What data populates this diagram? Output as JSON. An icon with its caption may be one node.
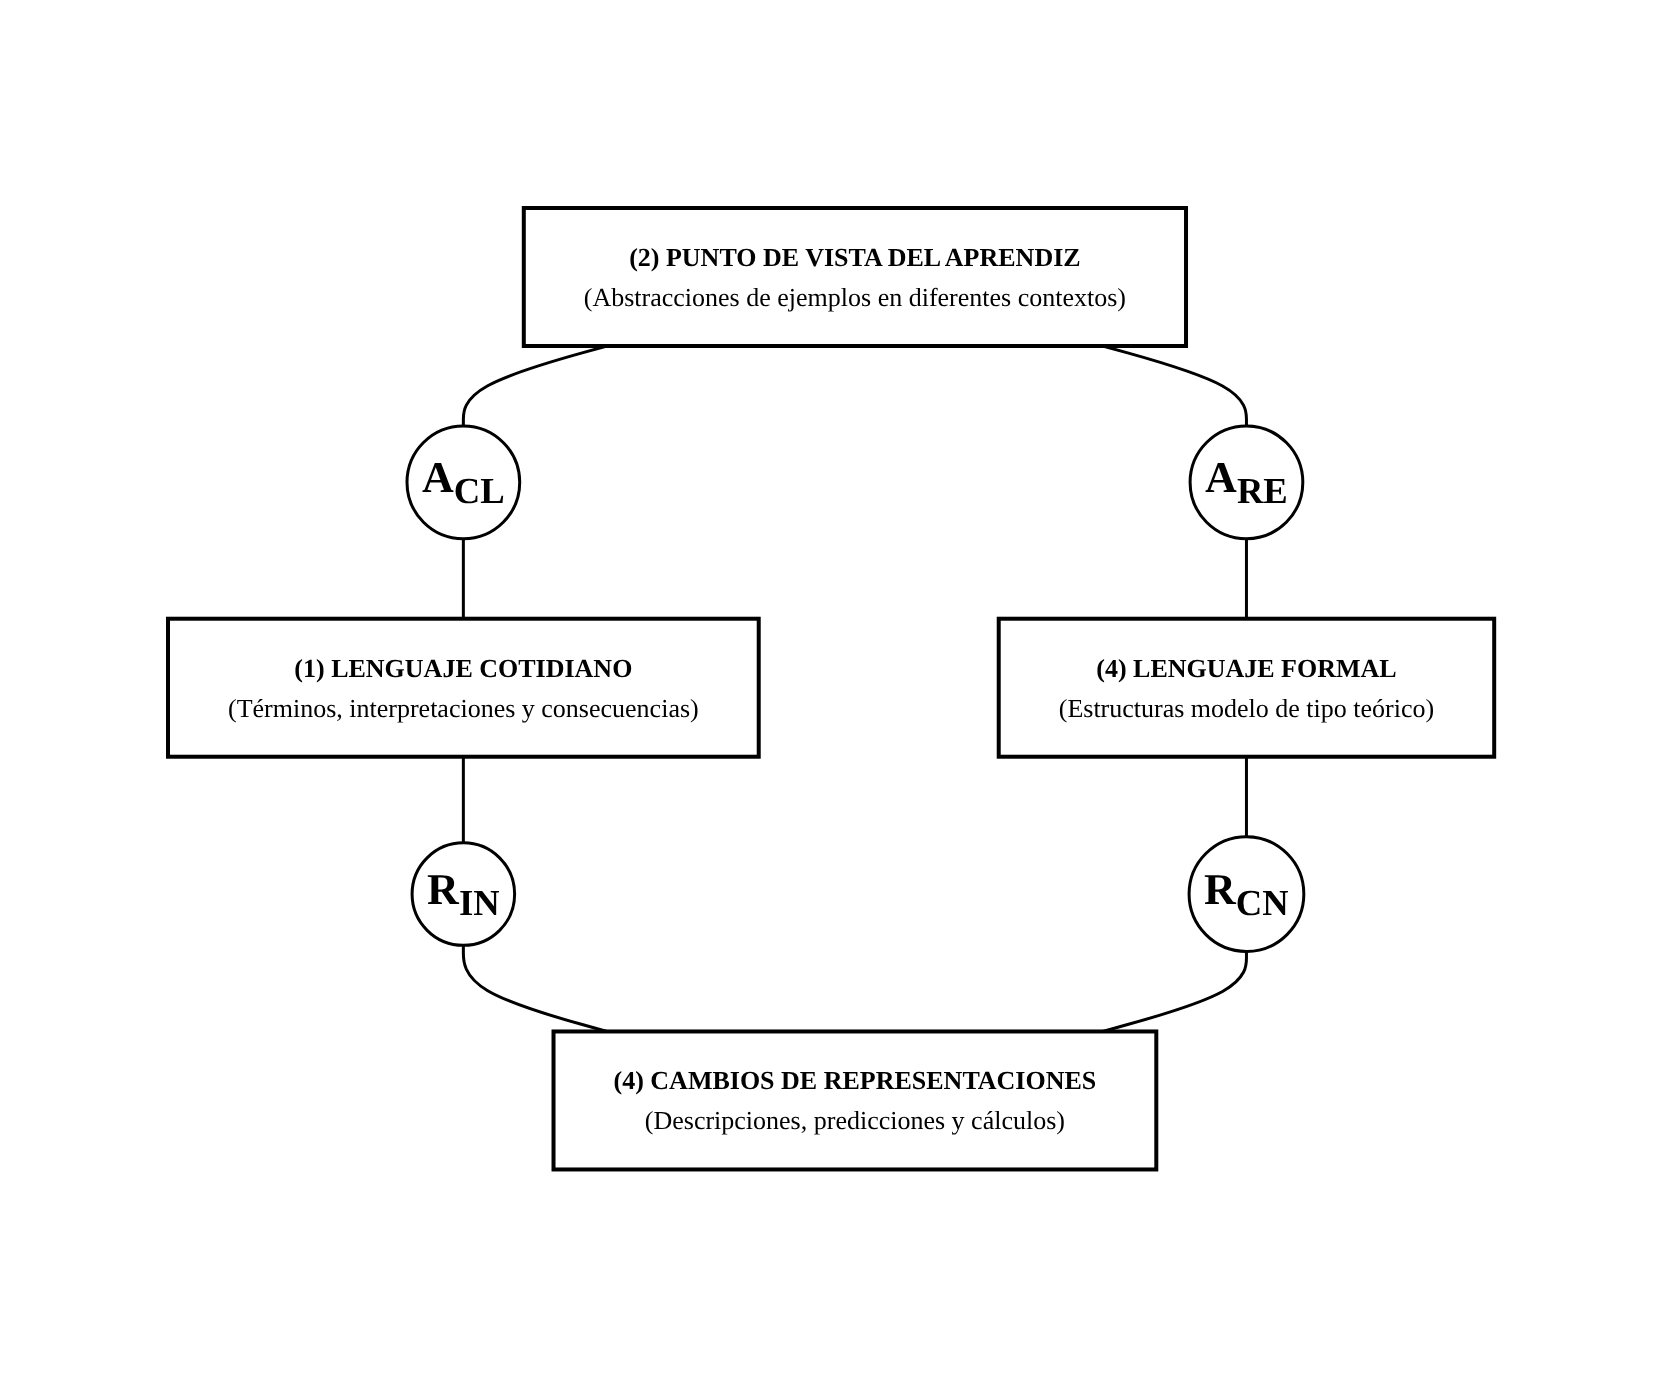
{
  "diagram": {
    "nodes": [
      {
        "text": [
          "(2) PUNTO DE VISTA DEL APRENDIZ",
          "(Abstracciones de ejemplos en diferentes contextos)"
        ]
      },
      {
        "text": [
          "A$_{CL}$"
        ]
      },
      {
        "text": [
          "A$_{RE}$"
        ]
      },
      {
        "text": [
          "(1) LENGUAJE COTIDIANO",
          "(Términos, interpretaciones y consecuencias)"
        ]
      },
      {
        "text": [
          "(4) LENGUAJE FORMAL",
          "(Estructuras modelo de tipo teórico)"
        ]
      },
      {
        "text": [
          "R$_{IN}$"
        ]
      },
      {
        "text": [
          "R$_{CN}$"
        ]
      },
      {
        "text": [
          "(4) CAMBIOS DE REPRESENTACIONES",
          "(Descripciones, predicciones y cálculos)"
        ]
      }
    ],
    "edges": [
      {
        "from": 0,
        "to": 1,
        "arrow": "none"
      },
      {
        "from": 1,
        "to": 3,
        "arrow": "none"
      },
      {
        "from": 3,
        "to": 5,
        "arrow": "none"
      },
      {
        "from": 5,
        "to": 7,
        "arrow": "none"
      },
      {
        "from": 0,
        "to": 2,
        "arrow": "none"
      },
      {
        "from": 2,
        "to": 4,
        "arrow": "none"
      },
      {
        "from": 4,
        "to": 6,
        "arrow": "none"
      },
      {
        "from": 6,
        "to": 7,
        "arrow": "none"
      }
    ]
  }
}
